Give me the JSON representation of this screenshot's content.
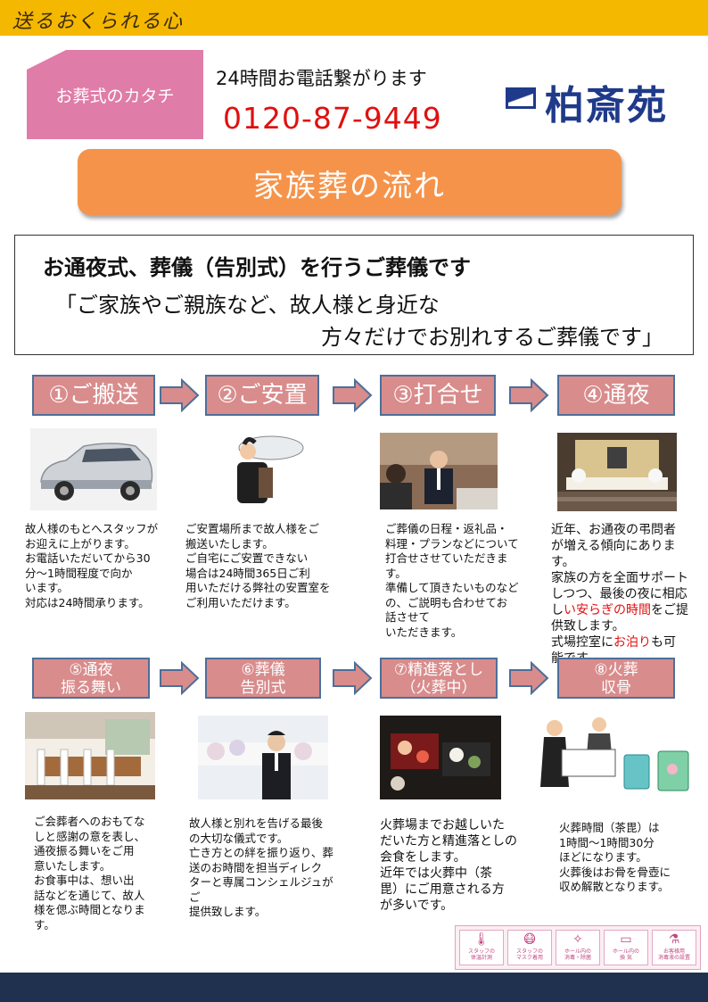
{
  "header": {
    "tagline": "送るおくられる心"
  },
  "brand": {
    "category": "お葬式のカタチ",
    "phone_label": "24時間お電話繋がります",
    "phone": "0120-87-9449",
    "logo_text": "柏斎苑"
  },
  "banner": {
    "title": "家族葬の流れ"
  },
  "intro": {
    "heading": "お通夜式、葬儀（告別式）を行うご葬儀です",
    "quote_line1": "「ご家族やご親族など、故人様と身近な",
    "quote_line2": "方々だけでお別れするご葬儀です」"
  },
  "steps": [
    {
      "label": "①ご搬送",
      "desc": "故人様のもとへスタッフが\nお迎えに上がります。\nお電話いただいてから30\n分～1時間程度で向か\nいます。\n対応は24時間承ります。"
    },
    {
      "label": "②ご安置",
      "desc": "ご安置場所まで故人様をご\n搬送いたします。\nご自宅にご安置できない\n場合は24時間365日ご利\n用いただける弊社の安置室を\nご利用いただけます。"
    },
    {
      "label": "③打合せ",
      "desc": "ご葬儀の日程・返礼品・\n料理・プランなどについて\n打合せさせていただきます。\n準備して頂きたいものなど\nの、ご説明も合わせてお\n話させて\nいただきます。"
    },
    {
      "label": "④通夜",
      "desc_pre": "近年、お通夜の弔問者\nが増える傾向にあります。\n家族の方を全面サポート\nしつつ、最後の夜に相応\nし",
      "desc_red1": "い安らぎの時間",
      "desc_mid": "をご提\n供致します。\n式場控室に",
      "desc_red2": "お泊り",
      "desc_post": "も可\n能です。"
    },
    {
      "label_l1": "⑤通夜",
      "label_l2": "振る舞い",
      "desc": "ご会葬者へのおもてな\nしと感謝の意を表し、\n通夜振る舞いをご用\n意いたします。\nお食事中は、想い出\n話などを通じて、故人\n様を偲ぶ時間となりま\nす。"
    },
    {
      "label_l1": "⑥葬儀",
      "label_l2": "告別式",
      "desc": "故人様と別れを告げる最後\nの大切な儀式です。\n亡き方との絆を振り返り、葬\n送のお時間を担当ディレク\nターと専属コンシェルジュがご\n提供致します。"
    },
    {
      "label_l1": "⑦精進落とし",
      "label_l2": "（火葬中）",
      "desc": "火葬場までお越しいた\nだいた方と精進落としの\n会食をします。\n近年では火葬中（茶\n毘）にご用意される方\nが多いです。"
    },
    {
      "label_l1": "⑧火葬",
      "label_l2": "収骨",
      "desc": "火葬時間（茶毘）は\n1時間～1時間30分\nほどになります。\n火葬後はお骨を骨壺に\n収め解散となります。"
    }
  ],
  "safety_icons": [
    {
      "icon": "thermometer-icon",
      "l1": "スタッフの",
      "l2": "体温計測"
    },
    {
      "icon": "mask-icon",
      "l1": "スタッフの",
      "l2": "マスク着用"
    },
    {
      "icon": "sparkle-icon",
      "l1": "ホール内の",
      "l2": "消毒・除菌"
    },
    {
      "icon": "ventilation-icon",
      "l1": "ホール内の",
      "l2": "換 気"
    },
    {
      "icon": "spray-icon",
      "l1": "お客様用",
      "l2": "消毒液の設置"
    }
  ],
  "colors": {
    "accent_orange": "#f6934a",
    "step_pink": "#d98c8c",
    "step_border": "#4d6f9a",
    "phone_red": "#e01010",
    "logo_blue": "#1f3a8a",
    "top_yellow": "#f5b800"
  }
}
